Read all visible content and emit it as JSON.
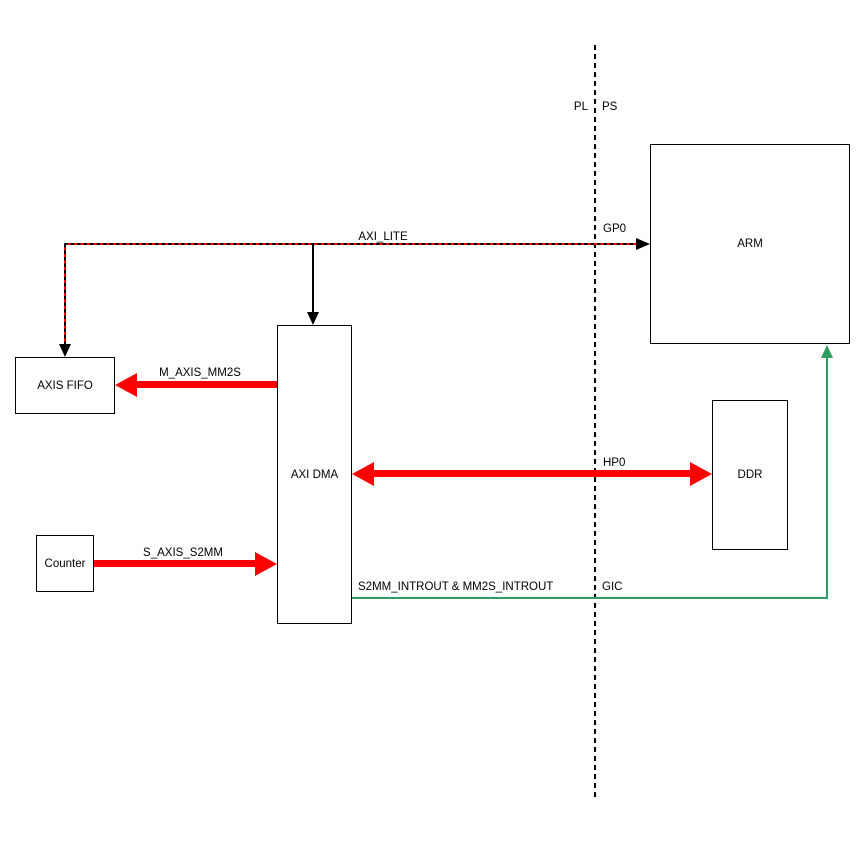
{
  "boundary": {
    "left_label": "PL",
    "right_label": "PS"
  },
  "blocks": {
    "arm": {
      "label": "ARM"
    },
    "axis_fifo": {
      "label": "AXIS FIFO"
    },
    "axi_dma": {
      "label": "AXI DMA"
    },
    "counter": {
      "label": "Counter"
    },
    "ddr": {
      "label": "DDR"
    }
  },
  "connections": {
    "axi_lite": {
      "label": "AXI_LITE",
      "port": "GP0",
      "color": "#ff0000",
      "style": "dashed-red-black",
      "from": "AXI DMA / AXIS FIFO",
      "to": "ARM GP0"
    },
    "m_axis_mm2s": {
      "label": "M_AXIS_MM2S",
      "color": "#ff0000",
      "style": "thick",
      "from": "AXI DMA",
      "to": "AXIS FIFO"
    },
    "s_axis_s2mm": {
      "label": "S_AXIS_S2MM",
      "color": "#ff0000",
      "style": "thick",
      "from": "Counter",
      "to": "AXI DMA"
    },
    "hp0": {
      "label": "HP0",
      "color": "#ff0000",
      "style": "thick-bidirectional",
      "from": "AXI DMA",
      "to": "DDR"
    },
    "interrupts": {
      "label": "S2MM_INTROUT & MM2S_INTROUT",
      "port": "GIC",
      "color": "#2e9e60",
      "style": "thin",
      "from": "AXI DMA",
      "to": "ARM GIC"
    }
  }
}
